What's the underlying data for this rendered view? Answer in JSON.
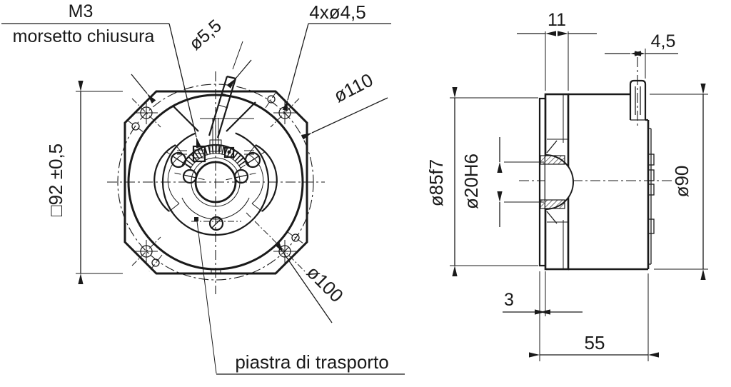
{
  "drawing_type": "mechanical engineering drawing, encoder with clamping flange, two orthographic views",
  "front_view": {
    "m3": "M3",
    "m3_note": "morsetto chiusura",
    "corner_holes": "4xø4,5",
    "pin_dia": "ø5,5",
    "outer_dia": "ø110",
    "square_size": "□92 ±0,5",
    "bolt_circle_dia": "ø100",
    "plate_label": "piastra di trasporto"
  },
  "side_view": {
    "flange_width": "11",
    "clamp_boss_width": "4,5",
    "spigot_dia": "ø85f7",
    "bore_dia": "ø20H6",
    "body_dia": "ø90",
    "plate_thickness": "3",
    "body_length": "55"
  },
  "colors": {
    "line": "#1a1a1a",
    "background": "#ffffff"
  }
}
